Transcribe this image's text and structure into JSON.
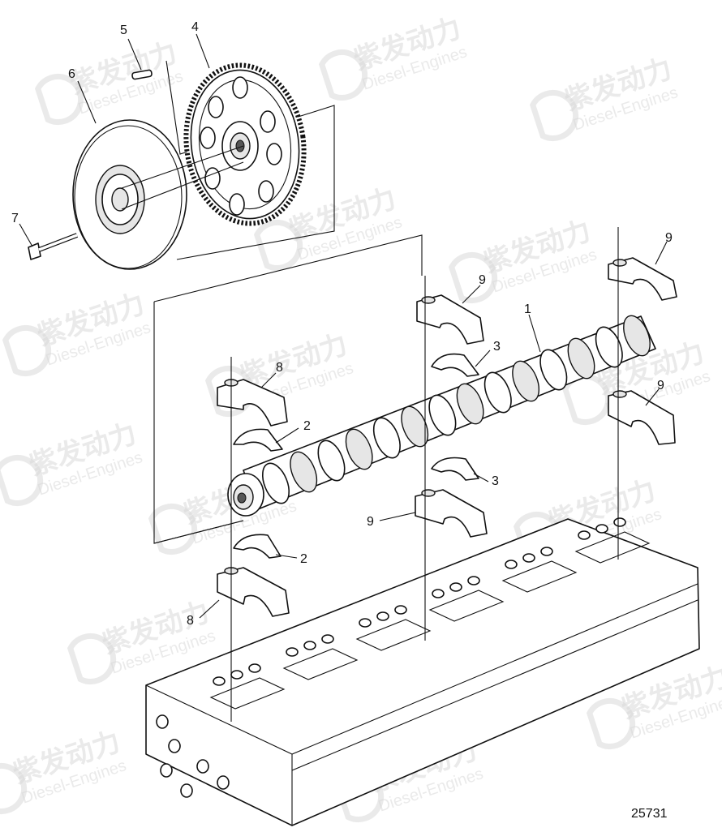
{
  "callouts": {
    "c1": "1",
    "c2a": "2",
    "c2b": "2",
    "c3a": "3",
    "c3b": "3",
    "c4": "4",
    "c5": "5",
    "c6": "6",
    "c7": "7",
    "c8a": "8",
    "c8b": "8",
    "c9a": "9",
    "c9b": "9",
    "c9c": "9",
    "c9d": "9"
  },
  "drawing_number": "25731",
  "watermark": {
    "brand_cn": "紫发动力",
    "brand_en": "Diesel-Engines",
    "logo_icon": "diesel-engines-logo-icon"
  },
  "colors": {
    "line": "#111111",
    "watermark": "#d9d9d9"
  }
}
